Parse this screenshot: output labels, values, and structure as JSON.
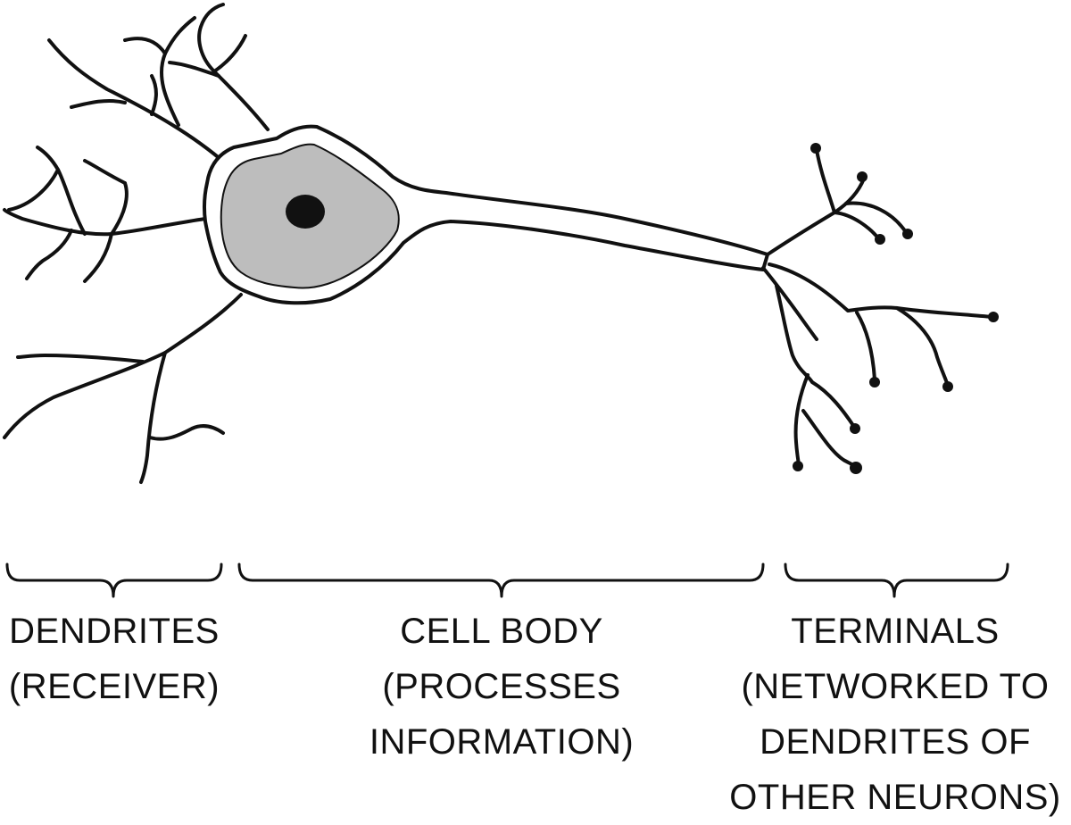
{
  "colors": {
    "line": "#111111",
    "soma_fill": "#bdbdbd",
    "nucleus": "#111111",
    "background": "#ffffff"
  },
  "labels": {
    "dendrites": {
      "line1": "DENDRITES",
      "line2": "(RECEIVER)"
    },
    "cell_body": {
      "line1": "CELL BODY",
      "line2": "(PROCESSES",
      "line3": "INFORMATION)"
    },
    "terminals": {
      "line1": "TERMINALS",
      "line2": "(NETWORKED TO",
      "line3": "DENDRITES OF",
      "line4": "OTHER NEURONS)"
    }
  }
}
